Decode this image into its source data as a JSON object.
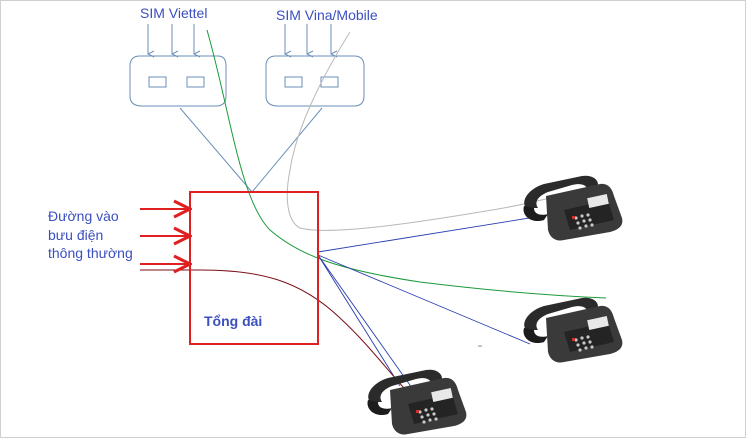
{
  "labels": {
    "sim_viettel": "SIM Viettel",
    "sim_vina_mobile": "SIM Vina/Mobile",
    "input_line_1": "Đường vào",
    "input_line_2": "bưu điện",
    "input_line_3": "thông thường",
    "pbx": "Tổng đài"
  },
  "colors": {
    "label_text": "#3b4fbf",
    "pbx_border": "#e02020",
    "input_arrows": "#e02020",
    "sim_box_border": "#6a8fb8",
    "line_blue": "#2a3fb0",
    "line_green": "#1a9a3a",
    "line_gray": "#b8b8b8",
    "line_darkred": "#7a0f1a"
  },
  "icons": [
    "telephone-icon",
    "sim-slot-icon",
    "arrow-icon"
  ]
}
